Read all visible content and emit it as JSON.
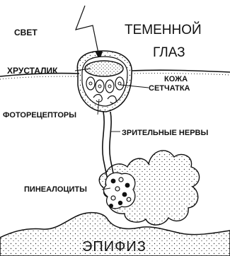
{
  "labels": {
    "light": "СВЕТ",
    "parietal_eye_line1": "ТЕМЕННОЙ",
    "parietal_eye_line2": "ГЛАЗ",
    "lens": "ХРУСТАЛИК",
    "skin": "КОЖА",
    "retina": "СЕТЧАТКА",
    "photoreceptors": "ФОТОРЕЦЕПТОРЫ",
    "optic_nerves": "ЗРИТЕЛЬНЫЕ НЕРВЫ",
    "pinealocytes": "ПИНЕАЛОЦИТЫ",
    "epiphysis": "ЭПИФИЗ"
  }
}
